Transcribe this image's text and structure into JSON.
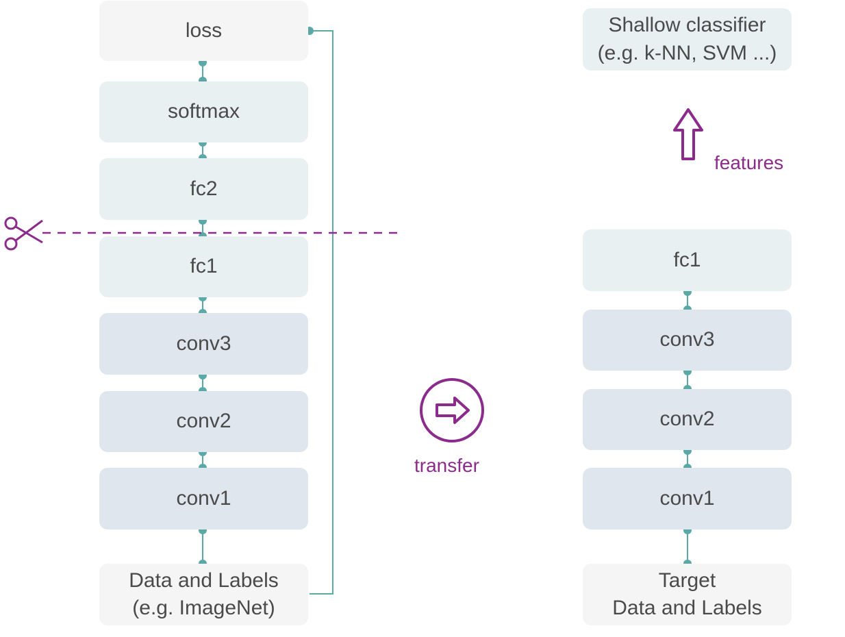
{
  "left_stack": {
    "loss": "loss",
    "softmax": "softmax",
    "fc2": "fc2",
    "fc1": "fc1",
    "conv3": "conv3",
    "conv2": "conv2",
    "conv1": "conv1",
    "input": "Data and Labels\n(e.g. ImageNet)"
  },
  "right_stack": {
    "classifier": "Shallow classifier\n(e.g. k-NN, SVM ...)",
    "fc1": "fc1",
    "conv3": "conv3",
    "conv2": "conv2",
    "conv1": "conv1",
    "input": "Target\nData and Labels"
  },
  "labels": {
    "transfer": "transfer",
    "features": "features"
  },
  "icons": {
    "scissors": "scissors-icon",
    "transfer_arrow": "circled-right-arrow-icon",
    "features_arrow": "up-arrow-icon"
  },
  "colors": {
    "accent": "#8b2b8b",
    "connector": "#5aa9a6",
    "io_box": "#f5f5f5",
    "fc_box": "#e8f0f2",
    "conv_box": "#e0e6ee",
    "text": "#4a4a4a"
  }
}
